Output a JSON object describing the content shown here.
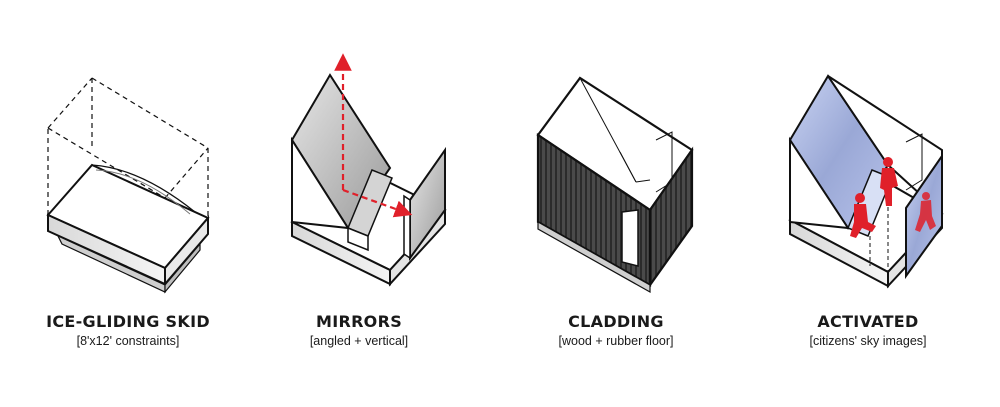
{
  "panels": [
    {
      "title": "ICE-GLIDING SKID",
      "subtitle": "[8'x12' constraints]"
    },
    {
      "title": "MIRRORS",
      "subtitle": "[angled + vertical]"
    },
    {
      "title": "CLADDING",
      "subtitle": "[wood + rubber floor]"
    },
    {
      "title": "ACTIVATED",
      "subtitle": "[citizens' sky images]"
    }
  ],
  "colors": {
    "line": "#111111",
    "accent_red": "#e0202a",
    "mirror_gray": "#b8b8b8",
    "cladding_dark": "#3a3a3a",
    "sky_blue": "#a9b6dc"
  }
}
